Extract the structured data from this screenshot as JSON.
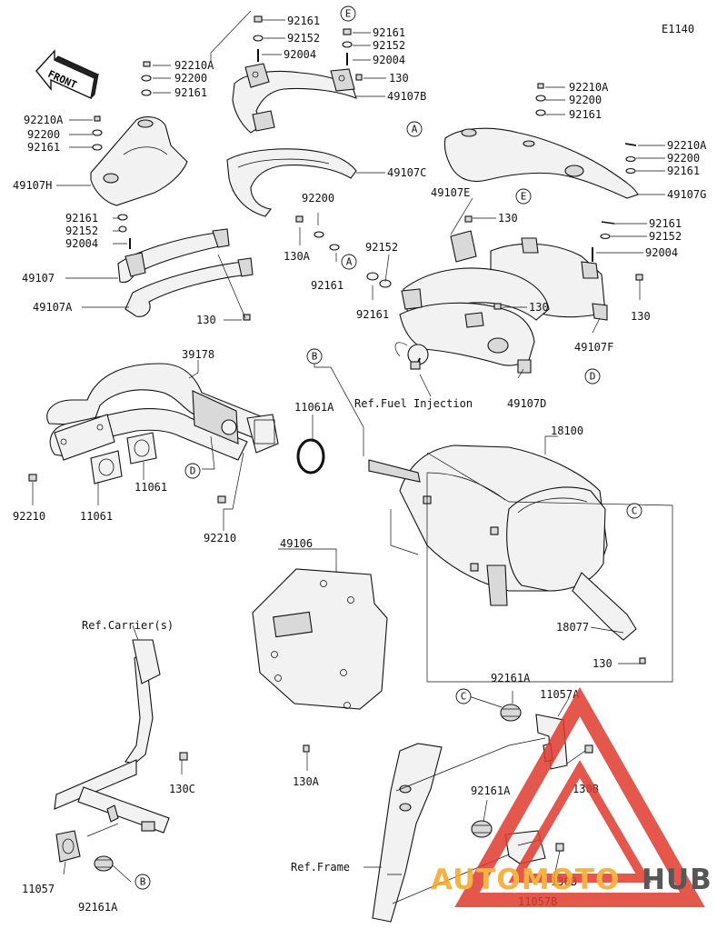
{
  "diagram_code": "E1140",
  "front_arrow": {
    "text": "FRONT"
  },
  "ref_labels": {
    "fuel_injection": "Ref.Fuel Injection",
    "carrier": "Ref.Carrier(s)",
    "frame": "Ref.Frame"
  },
  "callouts": {
    "a": "A",
    "b": "B",
    "c": "C",
    "d": "D",
    "e": "E"
  },
  "parts": {
    "p92161": "92161",
    "p92152": "92152",
    "p92004": "92004",
    "p92210a": "92210A",
    "p92200": "92200",
    "p130": "130",
    "p130a": "130A",
    "p130b": "130B",
    "p130c": "130C",
    "p49107": "49107",
    "p49107a": "49107A",
    "p49107b": "49107B",
    "p49107c": "49107C",
    "p49107d": "49107D",
    "p49107e": "49107E",
    "p49107f": "49107F",
    "p49107g": "49107G",
    "p49107h": "49107H",
    "p39178": "39178",
    "p11061": "11061",
    "p11061a": "11061A",
    "p92210": "92210",
    "p18100": "18100",
    "p18077": "18077",
    "p49106": "49106",
    "p92161a": "92161A",
    "p11057": "11057",
    "p11057a": "11057A",
    "p11057b": "11057B"
  },
  "watermark": {
    "brand_part1": "AUTOMOTO",
    "brand_part2": "HUB",
    "color_red": "#e03a2f",
    "color_orange": "#f4a623",
    "color_dark": "#3a3a3a"
  }
}
